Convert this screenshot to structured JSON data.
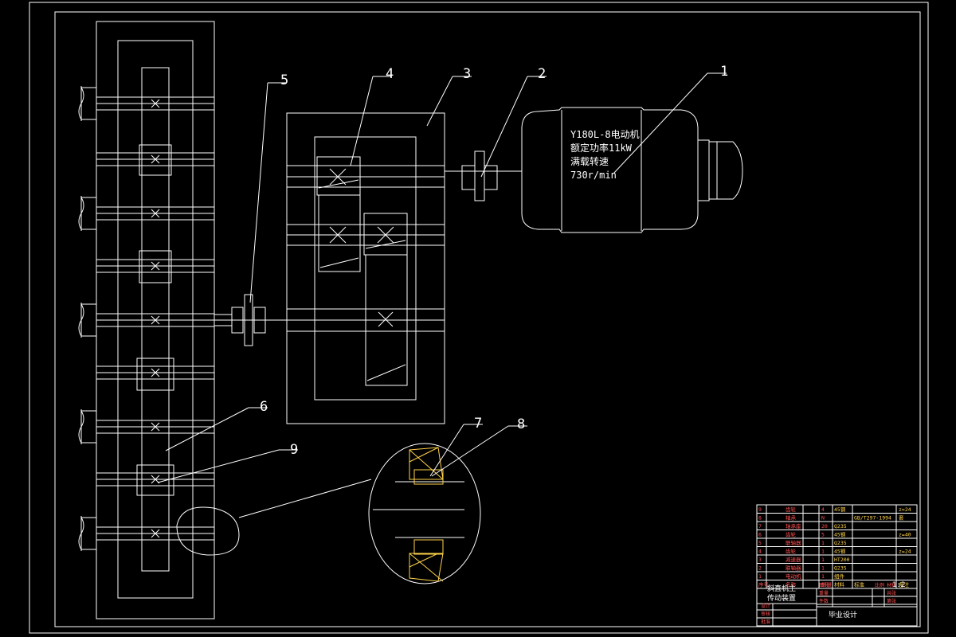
{
  "colors": {
    "background": "#000000",
    "line": "#ffffff",
    "accent_red": "#ff3030",
    "accent_yellow": "#ffd24a",
    "hatch": "#ffd24a"
  },
  "callouts": [
    "1",
    "2",
    "3",
    "4",
    "5",
    "6",
    "7",
    "8",
    "9"
  ],
  "motor_label": {
    "line1": "Y180L-8电动机",
    "line2": "额定功率11kW",
    "line3": "满载转速",
    "line4": "730r/min"
  },
  "parts_table": {
    "rows": [
      {
        "no": "9",
        "name": "齿轮",
        "qty": "4",
        "material": "45钢",
        "std": "",
        "note": "z=24"
      },
      {
        "no": "8",
        "name": "轴承",
        "qty": "N",
        "material": "",
        "std": "GB/T297-1994",
        "note": "套"
      },
      {
        "no": "7",
        "name": "轴承座",
        "qty": "20",
        "material": "Q235",
        "std": "",
        "note": ""
      },
      {
        "no": "6",
        "name": "齿轮",
        "qty": "5",
        "material": "45钢",
        "std": "",
        "note": "z=40"
      },
      {
        "no": "5",
        "name": "联轴器",
        "qty": "1",
        "material": "Q235",
        "std": "",
        "note": ""
      },
      {
        "no": "4",
        "name": "齿轮",
        "qty": "1",
        "material": "45钢",
        "std": "",
        "note": "z=24"
      },
      {
        "no": "3",
        "name": "减速器",
        "qty": "1",
        "material": "HT200",
        "std": "",
        "note": ""
      },
      {
        "no": "2",
        "name": "联轴器",
        "qty": "1",
        "material": "Q235",
        "std": "",
        "note": ""
      },
      {
        "no": "1",
        "name": "电动机",
        "qty": "1",
        "material": "组件",
        "std": "",
        "note": ""
      }
    ],
    "header": {
      "no": "序号",
      "name": "名称",
      "qty": "数量",
      "material": "材料",
      "std": "标准",
      "note": "备注"
    }
  },
  "title_block": {
    "title_line1": "斜直机主",
    "title_line2": "传动装置",
    "scale_label": "比例",
    "scale_value": "1:2",
    "sheet_label": "图号",
    "weight_label": "重量",
    "count_label": "件数",
    "drawn_label": "设计",
    "check_label": "审核",
    "approve_label": "批准",
    "company": "毕业设计",
    "r1": "共张",
    "r2": "第张",
    "r3": "材料"
  }
}
